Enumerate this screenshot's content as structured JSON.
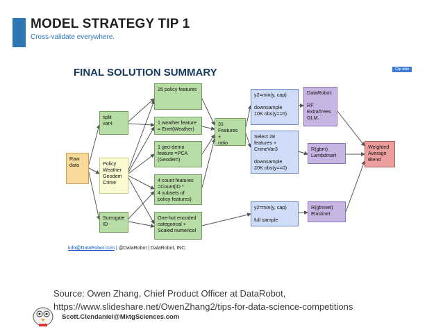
{
  "header": {
    "title": "MODEL STRATEGY TIP 1",
    "subtitle": "Cross-validate everywhere."
  },
  "diagram": {
    "title": "FINAL SOLUTION SUMMARY",
    "badge": "Clip slide",
    "nodes": {
      "raw": "Raw\ndata",
      "split": "split\nvar4",
      "policy": "Policy\nWeather\nGeodem\nCrime",
      "surrogate": "Surrogate\nID",
      "policy_features": "25 policy features",
      "weather_feature": "1 weather feature\n= Enet(Weather)",
      "geo_demo": "1 geo-demo\nfeature =PCA\n(Geodem)",
      "count_features": "4 count features\n=Count(ID *\n4 subsets of\npolicy features)",
      "onehot": "One-hot encoded\ncategorical +\nScaled numerical",
      "features31": "31\nFeatures\n+\nratio",
      "y2_top": "y2=min(y, cap)\n\ndownsample\n10K obs(y==0)",
      "select28": "Select 28\nfeatures +\nCrimeVar3\n\ndownsample\n20K obs(y==0)",
      "y2_bottom": "y2=min(y, cap)\n\nfull sample",
      "datarobot": "DataRobot:\n\nRF\nExtraTrees\nGLM.",
      "rgbm": "R(gbm)\nLambdmart",
      "rglmnet": "R(glmnet)\nElastinet",
      "weighted": "Weighted\nAverage\nBlend"
    },
    "footer_link": "info@DataRobot.com",
    "footer_rest": " | @DataRobot | DataRobot, INC."
  },
  "source": {
    "line1": "Source: Owen Zhang, Chief Product Officer at DataRobot,",
    "line2": "https://www.slideshare.net/OwenZhang2/tips-for-data-science-competitions"
  },
  "author": "Scott.Clendaniel@MktgSciences.com",
  "colors": {
    "accent": "#2e75b6",
    "title": "#17375e"
  }
}
